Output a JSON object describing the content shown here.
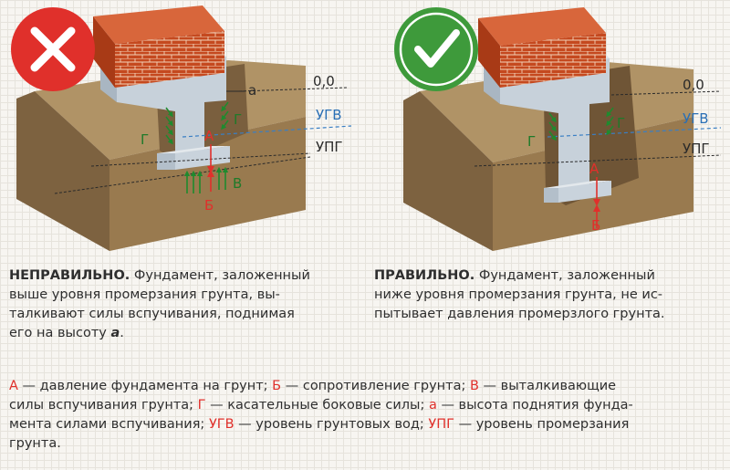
{
  "diagram": {
    "level_zero": "0,0",
    "level_ugv": "УГВ",
    "level_upg": "УПГ",
    "force_a": "А",
    "force_b": "Б",
    "force_v": "В",
    "force_g": "Г",
    "height_a": "а"
  },
  "captions": {
    "wrong_title": "НЕПРАВИЛЬНО.",
    "wrong_text_1": " Фундамент, заложенный",
    "wrong_text_2": "выше уровня промерзания грунта, вы-",
    "wrong_text_3": "талкивают силы вспучивания, поднимая",
    "wrong_text_4": "его на высоту ",
    "wrong_text_var": "а",
    "wrong_text_end": ".",
    "right_title": "ПРАВИЛЬНО.",
    "right_text_1": " Фундамент, заложенный",
    "right_text_2": "ниже уровня промерзания грунта, не ис-",
    "right_text_3": "пытывает давления промерзлого грунта."
  },
  "legend": {
    "k1": "А",
    "t1": " — давление фундамента на грунт; ",
    "k2": "Б",
    "t2": " — сопротивление грунта; ",
    "k3": "В",
    "t3": " — выталкивающие",
    "t3b": "силы вспучивания грунта; ",
    "k4": "Г",
    "t4": " — касательные боковые силы; ",
    "k5": "а",
    "t5": " — высота поднятия фунда-",
    "t5b": "мента силами вспучивания; ",
    "k6": "УГВ",
    "t6": " — уровень грунтовых вод; ",
    "k7": "УПГ",
    "t7": " — уровень промерзания",
    "t7b": "грунта."
  },
  "colors": {
    "wrong_badge": "#e0302b",
    "right_badge": "#3e9a3b",
    "soil": "#9b7d52",
    "brick": "#c5491f",
    "concrete": "#c9d3dc",
    "water_line": "#3a7fc4",
    "arrow_red": "#e0302b",
    "arrow_green": "#1f8a2e"
  },
  "icons": {
    "wrong": "cross-icon",
    "right": "check-icon"
  }
}
